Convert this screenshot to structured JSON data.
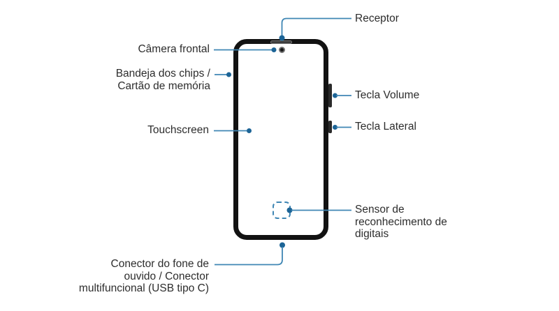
{
  "diagram": {
    "labels": {
      "receptor": "Receptor",
      "camera_frontal": "Câmera frontal",
      "bandeja_chips": "Bandeja dos chips /\nCartão de memória",
      "tecla_volume": "Tecla Volume",
      "touchscreen": "Touchscreen",
      "tecla_lateral": "Tecla Lateral",
      "sensor_digitais": "Sensor de\nreconhecimento de\ndigitais",
      "conector": "Conector do fone de\nouvido / Conector\nmultifuncional (USB tipo C)"
    }
  },
  "colors": {
    "accent": "#3f86b4",
    "accent_dark": "#1c6496",
    "text": "#2d2d2d",
    "phone_outline": "#121212",
    "key_color": "#2a2a2a"
  }
}
